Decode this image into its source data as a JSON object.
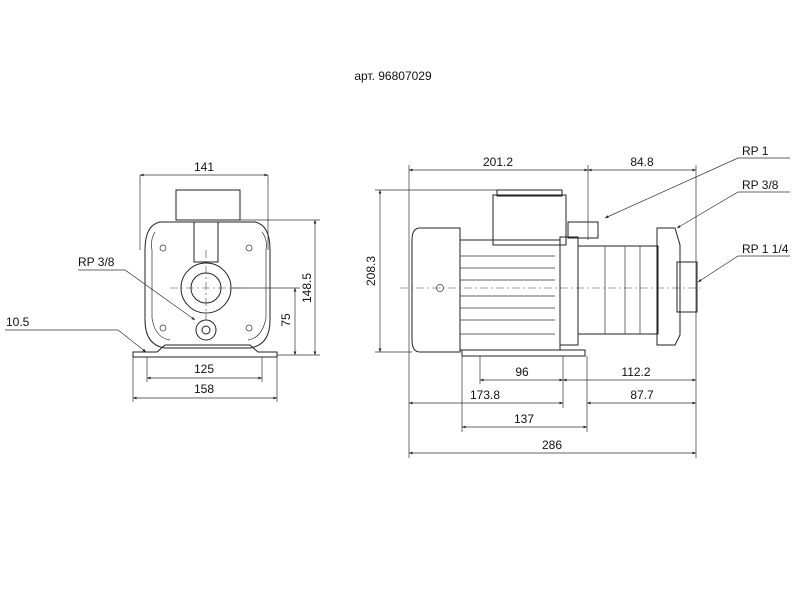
{
  "title": "арт. 96807029",
  "front_view": {
    "width_top": "141",
    "height_total": "148.5",
    "height_axis": "75",
    "foot_holes": "125",
    "foot_width": "158",
    "foot_thickness": "10.5",
    "drain_label": "RP 3/8"
  },
  "side_view": {
    "motor_length": "201.2",
    "pump_length": "84.8",
    "height": "208.3",
    "foot_span": "96",
    "outlet_from_foot": "112.2",
    "to_foot_center": "173.8",
    "foot_to_end": "87.7",
    "foot_length": "137",
    "total_length": "286",
    "ports": [
      "RP 1",
      "RP 3/8",
      "RP 1 1/4"
    ]
  }
}
